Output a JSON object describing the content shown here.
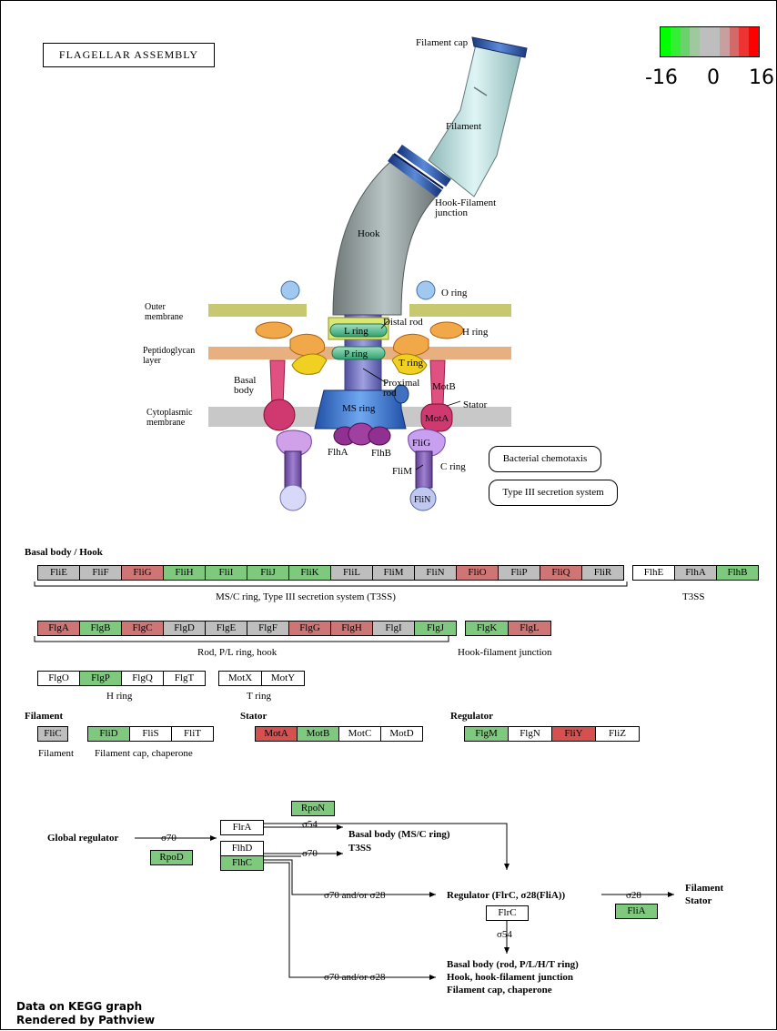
{
  "title": "FLAGELLAR ASSEMBLY",
  "legend": {
    "min": "-16",
    "mid": "0",
    "max": "16",
    "colors": [
      "#00ff00",
      "#33ee33",
      "#6ad26a",
      "#9fc89f",
      "#bebebe",
      "#bebebe",
      "#c89f9f",
      "#d26a6a",
      "#ee3333",
      "#ff0000"
    ]
  },
  "colors": {
    "green": "#7fc97f",
    "red": "#ce7676",
    "gray": "#bebebe",
    "white": "#ffffff",
    "strongred": "#d65050"
  },
  "structure_labels": {
    "filament_cap": "Filament cap",
    "filament": "Filament",
    "hook_filament_junction": "Hook-Filament\njunction",
    "hook": "Hook",
    "o_ring": "O ring",
    "outer_membrane": "Outer\nmembrane",
    "distal_rod": "Distal rod",
    "h_ring": "H ring",
    "l_ring": "L ring",
    "p_ring": "P ring",
    "peptidoglycan": "Peptidoglycan\nlayer",
    "t_ring": "T ring",
    "basal_body": "Basal\nbody",
    "proximal_rod": "Proximal\nrod",
    "motb": "MotB",
    "stator": "Stator",
    "cytoplasmic": "Cytoplasmic\nmembrane",
    "ms_ring": "MS ring",
    "mota": "MotA",
    "flha": "FlhA",
    "flhb": "FlhB",
    "flig": "FliG",
    "flim": "FliM",
    "c_ring": "C ring",
    "flin": "FliN"
  },
  "links": [
    "Bacterial chemotaxis",
    "Type III secretion system"
  ],
  "sections": {
    "basal_body_hook": "Basal body / Hook",
    "filament": "Filament",
    "stator": "Stator",
    "regulator": "Regulator"
  },
  "group_labels": {
    "ms_c_ring": "MS/C ring, Type III secretion system (T3SS)",
    "t3ss": "T3SS",
    "rod": "Rod, P/L ring, hook",
    "hook_filament_junction": "Hook-filament junction",
    "h_ring": "H ring",
    "t_ring": "T ring",
    "filament": "Filament",
    "filament_cap": "Filament cap, chaperone"
  },
  "genes": {
    "row1": [
      {
        "name": "FliE",
        "c": "gray"
      },
      {
        "name": "FliF",
        "c": "gray"
      },
      {
        "name": "FliG",
        "c": "red"
      },
      {
        "name": "FliH",
        "c": "green"
      },
      {
        "name": "FliI",
        "c": "green"
      },
      {
        "name": "FliJ",
        "c": "green"
      },
      {
        "name": "FliK",
        "c": "green"
      },
      {
        "name": "FliL",
        "c": "gray"
      },
      {
        "name": "FliM",
        "c": "gray"
      },
      {
        "name": "FliN",
        "c": "gray"
      },
      {
        "name": "FliO",
        "c": "red"
      },
      {
        "name": "FliP",
        "c": "gray"
      },
      {
        "name": "FliQ",
        "c": "red"
      },
      {
        "name": "FliR",
        "c": "gray"
      }
    ],
    "row1b": [
      {
        "name": "FlhE",
        "c": "white"
      },
      {
        "name": "FlhA",
        "c": "gray"
      },
      {
        "name": "FlhB",
        "c": "green"
      }
    ],
    "row2": [
      {
        "name": "FlgA",
        "c": "red"
      },
      {
        "name": "FlgB",
        "c": "green"
      },
      {
        "name": "FlgC",
        "c": "red"
      },
      {
        "name": "FlgD",
        "c": "gray"
      },
      {
        "name": "FlgE",
        "c": "gray"
      },
      {
        "name": "FlgF",
        "c": "gray"
      },
      {
        "name": "FlgG",
        "c": "red"
      },
      {
        "name": "FlgH",
        "c": "red"
      },
      {
        "name": "FlgI",
        "c": "gray"
      },
      {
        "name": "FlgJ",
        "c": "green"
      }
    ],
    "row2b": [
      {
        "name": "FlgK",
        "c": "green"
      },
      {
        "name": "FlgL",
        "c": "red"
      }
    ],
    "hring": [
      {
        "name": "FlgO",
        "c": "white"
      },
      {
        "name": "FlgP",
        "c": "green"
      },
      {
        "name": "FlgQ",
        "c": "white"
      },
      {
        "name": "FlgT",
        "c": "white"
      }
    ],
    "tring": [
      {
        "name": "MotX",
        "c": "white"
      },
      {
        "name": "MotY",
        "c": "white"
      }
    ],
    "filament": [
      {
        "name": "FliC",
        "c": "gray"
      }
    ],
    "cap": [
      {
        "name": "FliD",
        "c": "green"
      },
      {
        "name": "FliS",
        "c": "white"
      },
      {
        "name": "FliT",
        "c": "white"
      }
    ],
    "stator": [
      {
        "name": "MotA",
        "c": "strongred"
      },
      {
        "name": "MotB",
        "c": "green"
      },
      {
        "name": "MotC",
        "c": "white"
      },
      {
        "name": "MotD",
        "c": "white"
      }
    ],
    "regulator": [
      {
        "name": "FlgM",
        "c": "green"
      },
      {
        "name": "FlgN",
        "c": "white"
      },
      {
        "name": "FliY",
        "c": "strongred"
      },
      {
        "name": "FliZ",
        "c": "white"
      }
    ]
  },
  "regulation": {
    "global_regulator": "Global regulator",
    "sigma70": "σ70",
    "sigma54": "σ54",
    "sigma28": "σ28",
    "sigma70_or_28": "σ70 and/or σ28",
    "rpoN": "RpoN",
    "rpoD": "RpoD",
    "flrA": "FlrA",
    "flhD": "FlhD",
    "flhC": "FlhC",
    "flrC": "FlrC",
    "fliA": "FliA",
    "out_basal_ms": "Basal body (MS/C ring)",
    "out_t3ss": "T3SS",
    "out_regulator": "Regulator (FlrC, σ28(FliA))",
    "out_filament": "Filament",
    "out_stator": "Stator",
    "out_basal_rod": "Basal body (rod, P/L/H/T ring)",
    "out_hook": "Hook, hook-filament junction",
    "out_cap": "Filament cap, chaperone"
  },
  "footer": {
    "line1": "Data on KEGG graph",
    "line2": "Rendered by Pathview"
  }
}
